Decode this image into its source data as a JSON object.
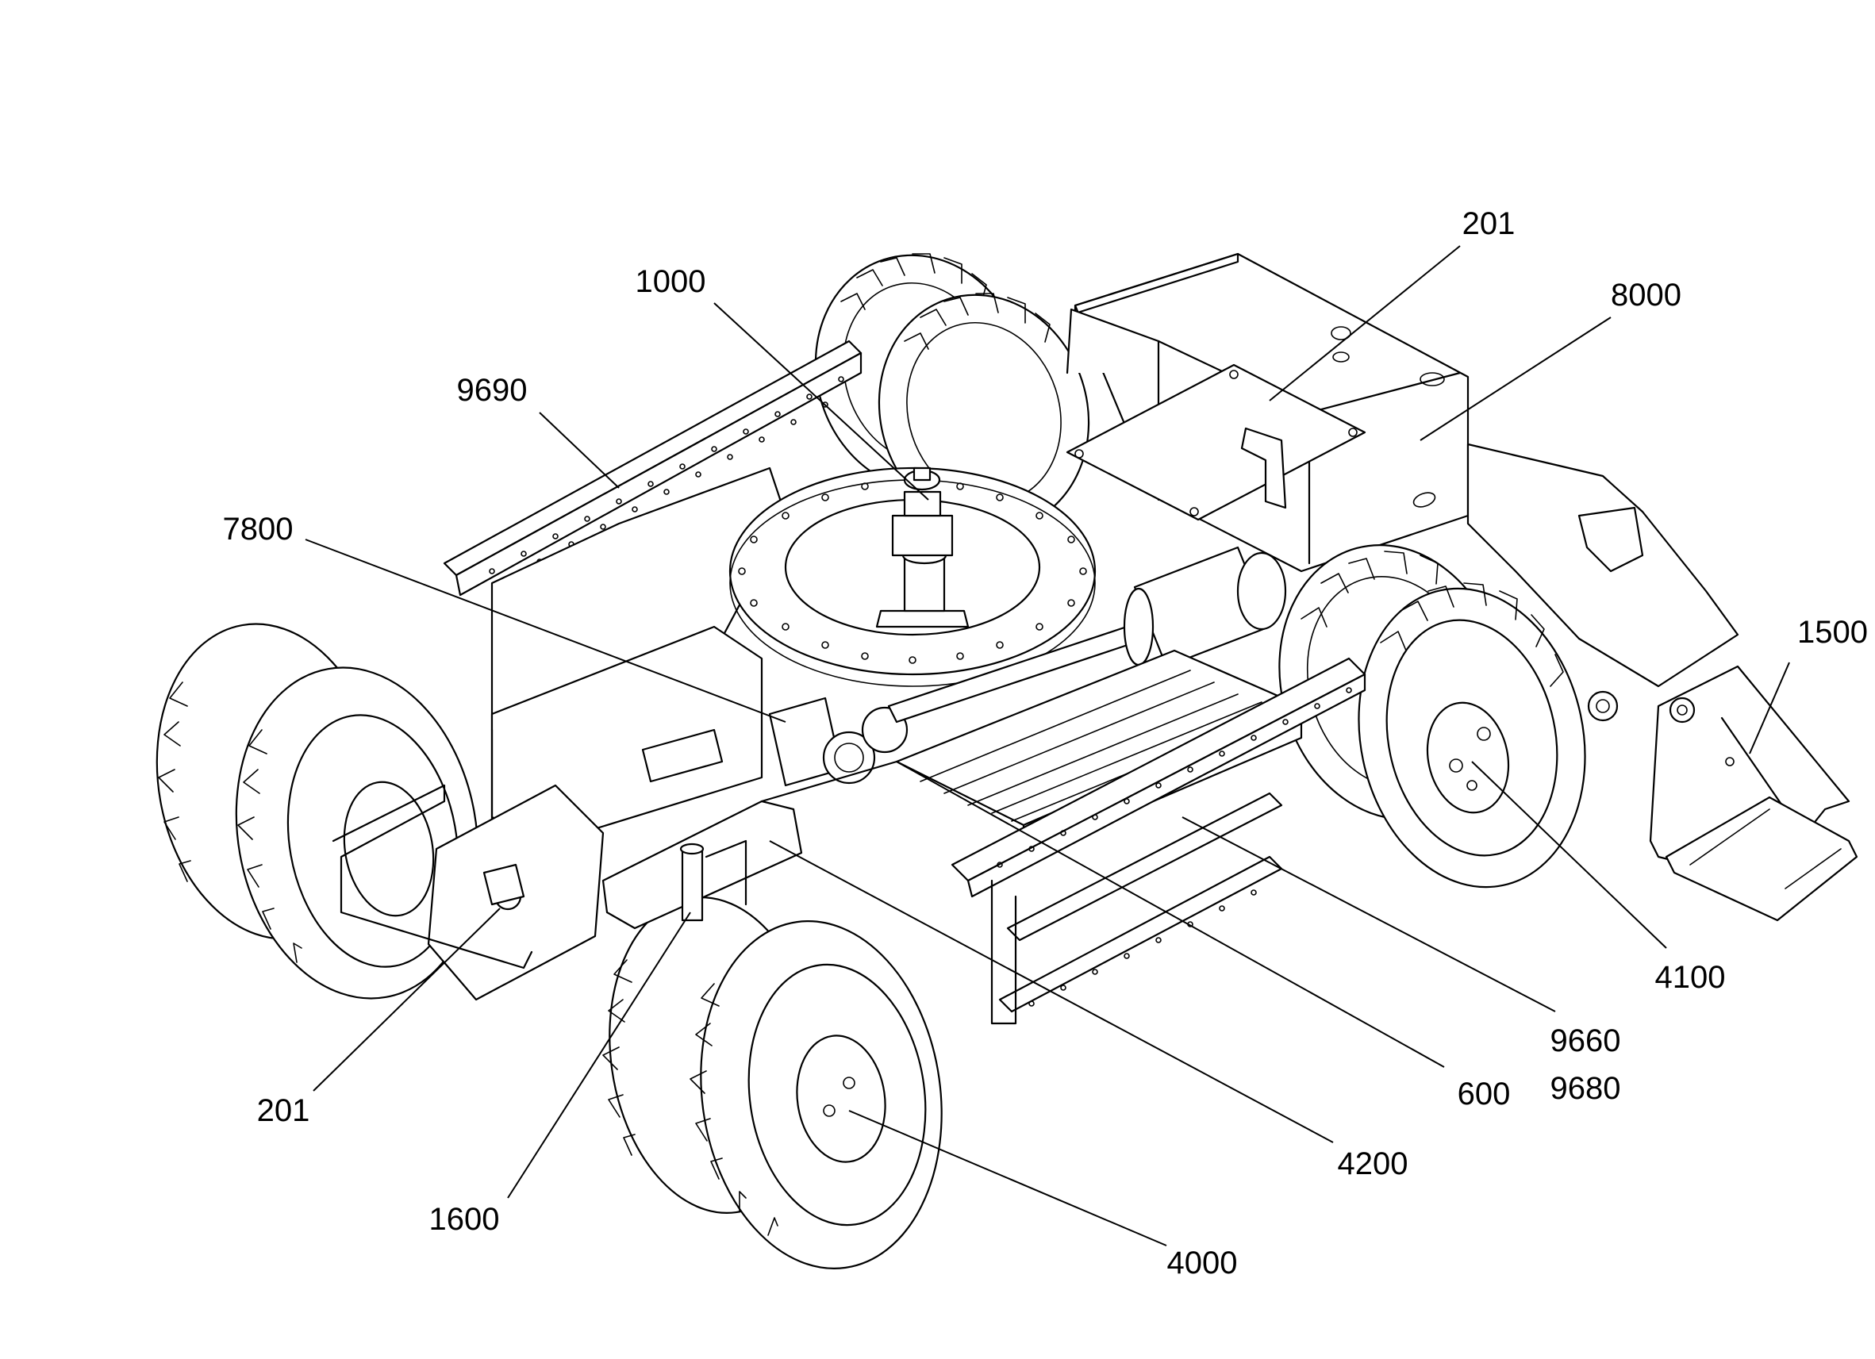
{
  "callouts": [
    {
      "id": "201-top",
      "text": "201"
    },
    {
      "id": "8000",
      "text": "8000"
    },
    {
      "id": "1000",
      "text": "1000"
    },
    {
      "id": "9690",
      "text": "9690"
    },
    {
      "id": "7800",
      "text": "7800"
    },
    {
      "id": "1500",
      "text": "1500"
    },
    {
      "id": "4100",
      "text": "4100"
    },
    {
      "id": "9660",
      "text": "9660"
    },
    {
      "id": "9680",
      "text": "9680"
    },
    {
      "id": "600",
      "text": "600"
    },
    {
      "id": "4200",
      "text": "4200"
    },
    {
      "id": "4000",
      "text": "4000"
    },
    {
      "id": "1600",
      "text": "1600"
    },
    {
      "id": "201-bottom",
      "text": "201"
    }
  ]
}
